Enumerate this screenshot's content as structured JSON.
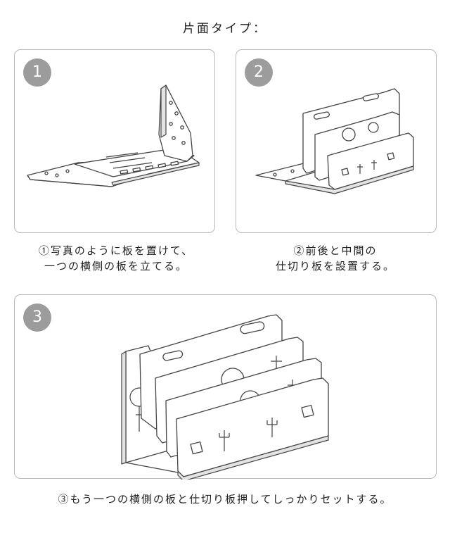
{
  "title": "片面タイプ：",
  "steps": [
    {
      "number": "1",
      "caption_line1": "①写真のように板を置けて、",
      "caption_line2": "一つの横側の板を立てる。"
    },
    {
      "number": "2",
      "caption_line1": "②前後と中間の",
      "caption_line2": "仕切り板を設置する。"
    },
    {
      "number": "3",
      "caption_line1": "③もう一つの横側の板と仕切り板押してしっかりセットする。"
    }
  ],
  "colors": {
    "badge": "#9c9c9c",
    "panel_border": "#b9b9b9",
    "line": "#444444"
  }
}
